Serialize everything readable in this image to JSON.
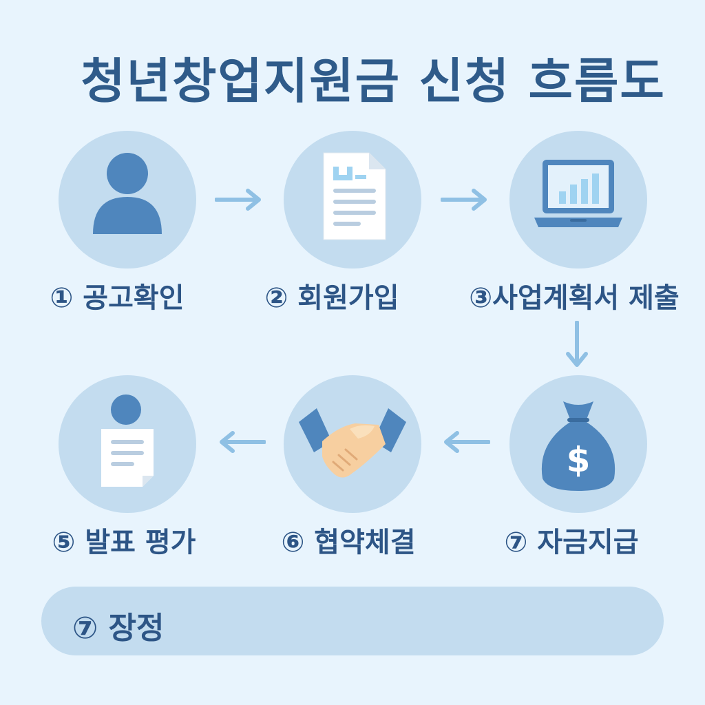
{
  "title": "청년창업지원금 신청 흐름도",
  "steps": [
    {
      "label": "① 공고확인",
      "icon": "person-icon"
    },
    {
      "label": "② 회원가입",
      "icon": "document-icon"
    },
    {
      "label": "③사업계획서 제출",
      "icon": "laptop-chart-icon"
    },
    {
      "label": "⑦ 자금지급",
      "icon": "money-bag-icon"
    },
    {
      "label": "⑥ 협약체결",
      "icon": "handshake-icon"
    },
    {
      "label": "⑤ 발표 평가",
      "icon": "person-document-icon"
    }
  ],
  "bottom_bar": {
    "label": "⑦ 장정"
  },
  "colors": {
    "background": "#e8f4fd",
    "circle": "#c3dcef",
    "icon_dark": "#4f86bd",
    "arrow": "#8fc0e4",
    "text": "#2d5586"
  }
}
